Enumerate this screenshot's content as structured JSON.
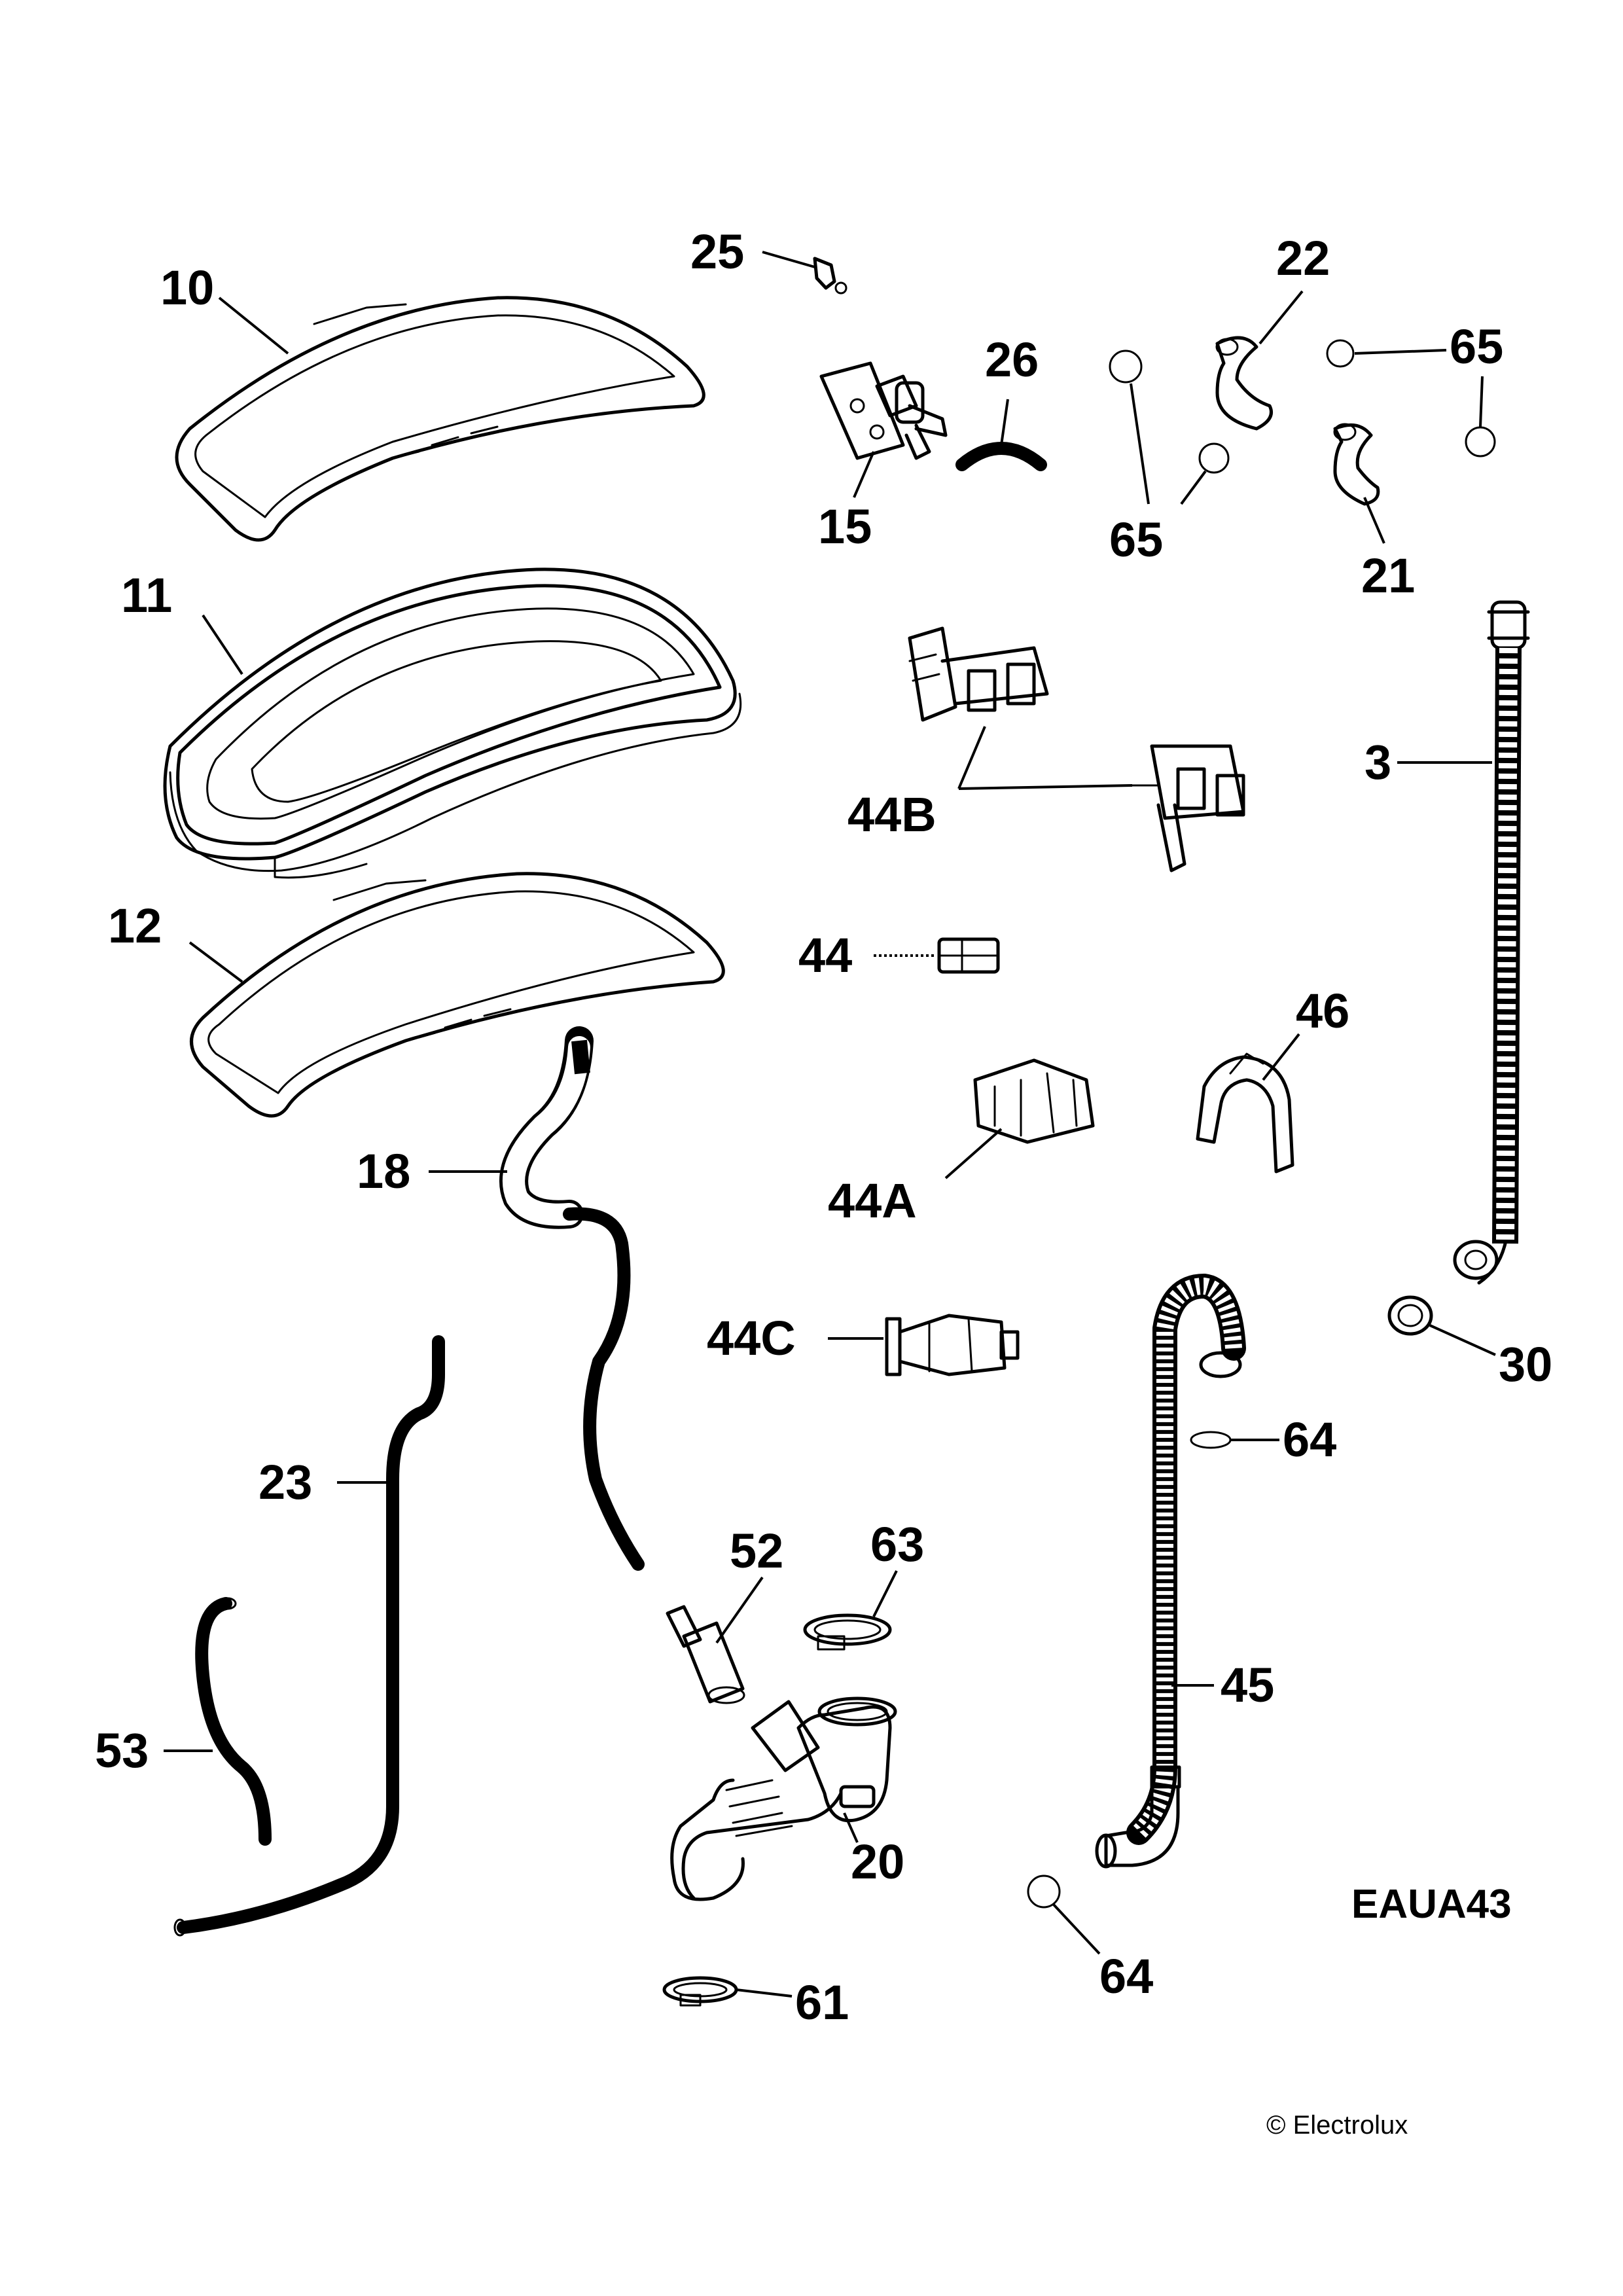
{
  "drawing_code": "EAUA43",
  "copyright": "© Electrolux",
  "labels": {
    "p10": "10",
    "p11": "11",
    "p12": "12",
    "p25": "25",
    "p26": "26",
    "p15": "15",
    "p22": "22",
    "p65a": "65",
    "p65b": "65",
    "p21": "21",
    "p3": "3",
    "p44b": "44B",
    "p44": "44",
    "p46": "46",
    "p44a": "44A",
    "p18": "18",
    "p44c": "44C",
    "p30": "30",
    "p64a": "64",
    "p23": "23",
    "p52": "52",
    "p63": "63",
    "p45": "45",
    "p53": "53",
    "p20": "20",
    "p64b": "64",
    "p61": "61"
  }
}
